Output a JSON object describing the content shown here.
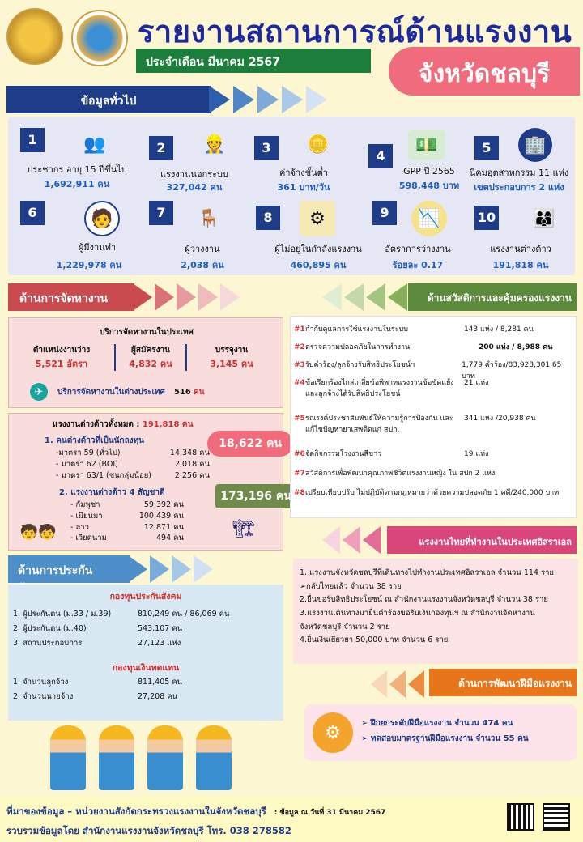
{
  "header": {
    "title": "รายงานสถานการณ์ด้านแรงงาน",
    "month": "ประจำเดือน มีนาคม 2567",
    "province": "จังหวัดชลบุรี"
  },
  "general": {
    "banner": "ข้อมูลทั่วไป",
    "items": [
      {
        "num": "1",
        "label": "ประชากร อายุ 15 ปีขึ้นไป",
        "value": "1,692,911 คน",
        "icon": "people-group-icon"
      },
      {
        "num": "2",
        "label": "แรงงานนอกระบบ",
        "value": "327,042 คน",
        "icon": "informal-workers-icon"
      },
      {
        "num": "3",
        "label": "ค่าจ้างขั้นต่ำ",
        "value": "361 บาท/วัน",
        "icon": "coins-icon"
      },
      {
        "num": "4",
        "label": "GPP ปี 2565",
        "value": "598,448 บาท",
        "icon": "money-chart-icon"
      },
      {
        "num": "5",
        "label": "นิคมอุตสาหกรรม 11 แห่ง",
        "value": "เขตประกอบการ 2 แห่ง",
        "icon": "buildings-icon"
      },
      {
        "num": "6",
        "label": "ผู้มีงานทำ",
        "value": "1,229,978 คน",
        "icon": "worker-icon"
      },
      {
        "num": "7",
        "label": "ผู้ว่างงาน",
        "value": "2,038 คน",
        "icon": "unemployed-icon"
      },
      {
        "num": "8",
        "label": "ผู้ไม่อยู่ในกำลังแรงงาน",
        "value": "460,895 คน",
        "icon": "out-of-labor-icon"
      },
      {
        "num": "9",
        "label": "อัตราการว่างงาน",
        "value": "ร้อยละ 0.17",
        "icon": "unemployment-rate-icon"
      },
      {
        "num": "10",
        "label": "แรงงานต่างด้าว",
        "value": "191,818 คน",
        "icon": "foreign-workers-icon"
      }
    ]
  },
  "employment": {
    "banner": "ด้านการจัดหางาน",
    "domestic_title": "บริการจัดหางานในประเทศ",
    "cols": [
      {
        "label": "ตำแหน่งงานว่าง",
        "value": "5,521 อัตรา"
      },
      {
        "label": "ผู้สมัครงาน",
        "value": "4,832 คน"
      },
      {
        "label": "บรรจุงาน",
        "value": "3,145 คน"
      }
    ],
    "abroad_label": "บริการจัดหางานในต่างประเทศ",
    "abroad_num": "516",
    "abroad_unit": "คน"
  },
  "foreign": {
    "total_label": "แรงงานต่างด้าวทั้งหมด :",
    "total_value": "191,818 คน",
    "sec1_title": "1. คนต่างด้าวที่เป็นนักลงทุน",
    "sec1_rows": [
      {
        "label": "-มาตรา 59 (ทั่วไป)",
        "value": "14,348 คน"
      },
      {
        "label": "- มาตรา 62 (BOI)",
        "value": "2,018 คน"
      },
      {
        "label": "- มาตรา 63/1 (ชนกลุ่มน้อย)",
        "value": "2,256 คน"
      }
    ],
    "sec1_total": "18,622 คน",
    "sec2_title": "2. แรงงานต่างด้าว 4 สัญชาติ",
    "sec2_rows": [
      {
        "label": "- กัมพูชา",
        "value": "59,392 คน"
      },
      {
        "label": "- เมียนมา",
        "value": "100,439 คน"
      },
      {
        "label": "- ลาว",
        "value": "12,871 คน"
      },
      {
        "label": "- เวียดนาม",
        "value": "494  คน"
      }
    ],
    "sec2_total": "173,196 คน"
  },
  "welfare": {
    "banner": "ด้านสวัสดิการและคุ้มครองแรงงาน",
    "rows": [
      {
        "no": "#1",
        "text": "กำกับดูแลการใช้แรงงานในระบบ",
        "value": "143  แห่ง / 8,281  คน"
      },
      {
        "no": "#2",
        "text": "ตรวจความปลอดภัยในการทำงาน",
        "value": "200 แห่ง / 8,988 คน"
      },
      {
        "no": "#3",
        "text": "รับคำร้อง/ลูกจ้างรับสิทธิประโยชน์ฯ",
        "value": "1,779 คำร้อง/83,928,301.65 บาท"
      },
      {
        "no": "#4",
        "text": "ข้อเรียกร้องไกล่เกลี่ยข้อพิพาทแรงงานข้อขัดแย้ง และลูกจ้างได้รับสิทธิประโยชน์",
        "value": "21  แห่ง"
      },
      {
        "no": "#5",
        "text": "รณรงค์ประชาสัมพันธ์ให้ความรู้การป้องกัน และแก้ไขปัญหายาเสพติดแก่ สปก.",
        "value": "341  แห่ง /20,938 คน"
      },
      {
        "no": "#6",
        "text": "จัดกิจกรรมโรงงานสีขาว",
        "value": "19  แห่ง"
      },
      {
        "no": "#7",
        "text": "สวัสดิการเพื่อพัฒนาคุณภาพชีวิตแรงงานหญิง ใน สปก 2 แห่ง",
        "value": ""
      },
      {
        "no": "#8",
        "text": "เปรียบเทียบปรับ ไม่ปฏิบัติตามกฎหมายว่าด้วยความปลอดภัย 1 คดี/240,000  บาท",
        "value": ""
      }
    ]
  },
  "israel": {
    "banner": "แรงงานไทยที่ทำงานในประเทศอิสราเอล",
    "lines": [
      "1. แรงงานจังหวัดชลบุรีที่เดินทางไปทำงานประเทศอิสราเอล   จำนวน 114 ราย",
      "กลับไทยแล้ว จำนวน 38 ราย",
      "2.ยื่นขอรับสิทธิประโยชน์ ณ สำนักงานแรงงานจังหวัดชลบุรี  จำนวน 38 ราย",
      "3.แรงงานเดินทางมายื่นคำร้องขอรับเงินกองทุนฯ  ณ สำนักงานจัดหางาน",
      "จังหวัดชลบุรี จำนวน 2 ราย",
      "4.ยื่นเงินเยียวยา 50,000 บาท จำนวน 6 ราย"
    ]
  },
  "social": {
    "banner": "ด้านการประกันสังคม",
    "fund1_title": "กองทุนประกันสังคม",
    "fund1_rows": [
      {
        "label": "1. ผู้ประกันตน (ม.33 / ม.39)",
        "value": "810,249 คน / 86,069 คน"
      },
      {
        "label": "2. ผู้ประกันตน (ม.40)",
        "value": "543,107 คน"
      },
      {
        "label": "3. สถานประกอบการ",
        "value": "27,123 แห่ง"
      }
    ],
    "fund2_title": "กองทุนเงินทดแทน",
    "fund2_rows": [
      {
        "label": "1. จำนวนลูกจ้าง",
        "value": "811,405 คน"
      },
      {
        "label": "2. จำนวนนายจ้าง",
        "value": "27,208 คน"
      }
    ]
  },
  "skills": {
    "banner": "ด้านการพัฒนาฝีมือแรงงาน",
    "lines": [
      "ฝึกยกระดับฝีมือแรงงาน จำนวน  474 คน",
      "ทดสอบมาตรฐานฝีมือแรงงาน จำนวน 55 คน"
    ]
  },
  "footer": {
    "line1": "ที่มาของข้อมูล   – หน่วยงานสังกัดกระทรวงแรงงานในจังหวัดชลบุรี",
    "date": ": ข้อมูล ณ วันที่ 31 มีนาคม 2567",
    "line2": "รวบรวมข้อมูลโดย สำนักงานแรงงานจังหวัดชลบุรี โทร. 038 278582"
  },
  "colors": {
    "navy": "#1f3c88",
    "red_banner": "#c94a4f",
    "green_banner": "#5b8a3a",
    "pink": "#f06b7b",
    "social_blue": "#4d8fc8",
    "orange": "#e8751a"
  }
}
